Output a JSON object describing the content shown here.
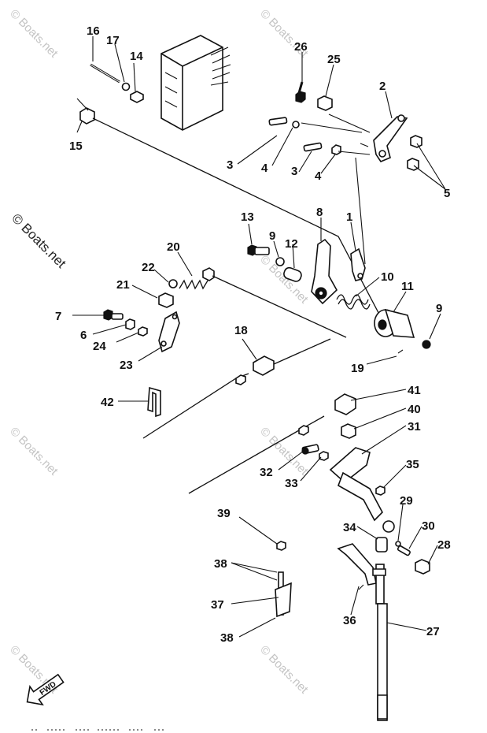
{
  "watermark": {
    "text": "© Boats.net"
  },
  "direction_badge": {
    "label": "FWD"
  },
  "callouts": {
    "c1": "1",
    "c2": "2",
    "c3a": "3",
    "c3b": "3",
    "c4a": "4",
    "c4b": "4",
    "c5": "5",
    "c6": "6",
    "c7": "7",
    "c8": "8",
    "c9a": "9",
    "c9b": "9",
    "c10": "10",
    "c11": "11",
    "c12": "12",
    "c13": "13",
    "c14": "14",
    "c15": "15",
    "c16": "16",
    "c17": "17",
    "c18": "18",
    "c19": "19",
    "c20": "20",
    "c21": "21",
    "c22": "22",
    "c23": "23",
    "c24": "24",
    "c25": "25",
    "c26": "26",
    "c27": "27",
    "c28": "28",
    "c29": "29",
    "c30": "30",
    "c31": "31",
    "c32": "32",
    "c33": "33",
    "c34": "34",
    "c35": "35",
    "c36": "36",
    "c37": "37",
    "c38a": "38",
    "c38b": "38",
    "c39": "39",
    "c40": "40",
    "c41": "41",
    "c42": "42"
  },
  "colors": {
    "ink": "#111111",
    "watermark": "#c4c4c4",
    "background": "#ffffff"
  }
}
